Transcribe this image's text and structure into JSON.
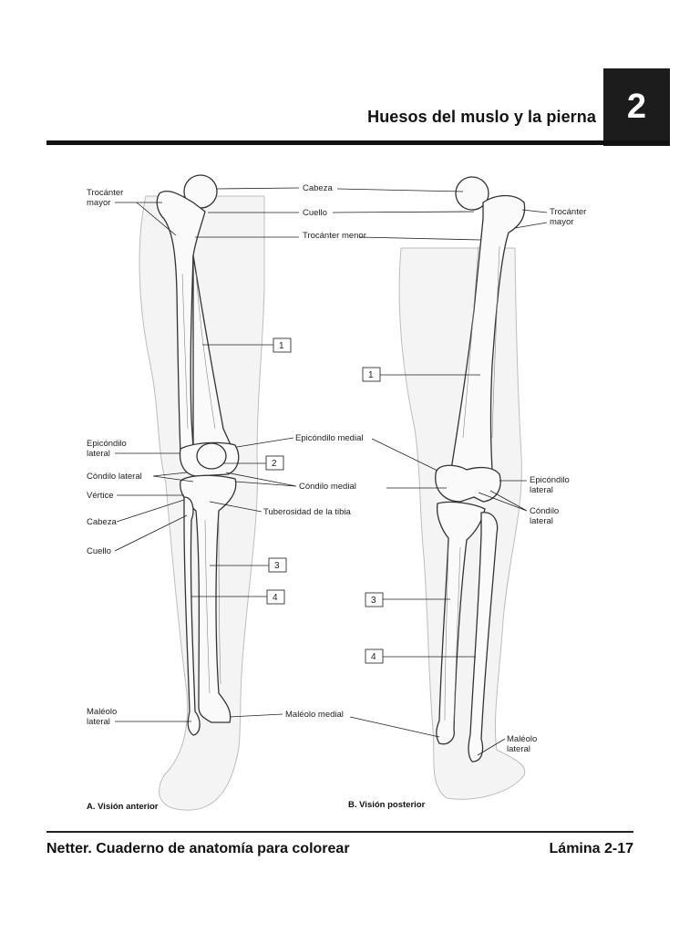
{
  "header": {
    "title": "Huesos del muslo y la pierna",
    "chapter_number": "2"
  },
  "footer": {
    "book": "Netter. Cuaderno de anatomía para colorear",
    "plate": "Lámina 2-17"
  },
  "anterior": {
    "caption": "A. Visión anterior",
    "labels": {
      "trocanter_mayor_1": "Trocánter",
      "trocanter_mayor_2": "mayor",
      "cabeza_femur": "Cabeza",
      "cuello_femur": "Cuello",
      "trocanter_menor": "Trocánter menor",
      "epicondilo_lateral_1": "Epicóndilo",
      "epicondilo_lateral_2": "lateral",
      "epicondilo_medial": "Epicóndilo medial",
      "condilo_lateral": "Cóndilo lateral",
      "condilo_medial": "Cóndilo medial",
      "vertice": "Vértice",
      "tuberosidad_tibia": "Tuberosidad de la tibia",
      "cabeza_perone": "Cabeza",
      "cuello_perone": "Cuello",
      "maleolo_lateral_1": "Maléolo",
      "maleolo_lateral_2": "lateral",
      "maleolo_medial": "Maléolo medial"
    },
    "boxes": [
      "1",
      "2",
      "3",
      "4"
    ]
  },
  "posterior": {
    "caption": "B. Visión posterior",
    "labels": {
      "trocanter_mayor_1": "Trocánter",
      "trocanter_mayor_2": "mayor",
      "epicondilo_lateral_1": "Epicóndilo",
      "epicondilo_lateral_2": "lateral",
      "condilo_lateral_1": "Cóndilo",
      "condilo_lateral_2": "lateral",
      "maleolo_lateral_1": "Maléolo",
      "maleolo_lateral_2": "lateral"
    },
    "boxes": [
      "1",
      "3",
      "4"
    ]
  },
  "colors": {
    "chapter_box": "#1c1c1c",
    "rule": "#111111"
  }
}
